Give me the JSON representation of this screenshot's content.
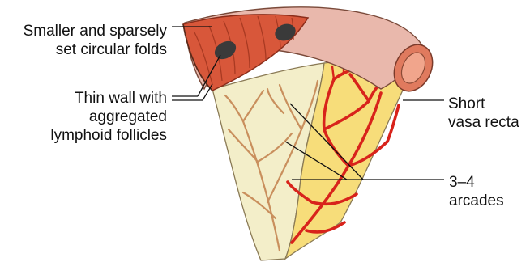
{
  "labels": {
    "folds": {
      "line1": "Smaller and sparsely",
      "line2": "set circular folds"
    },
    "wall": {
      "line1": "Thin wall with",
      "line2": "aggregated",
      "line3": "lymphoid follicles"
    },
    "vasa": {
      "line1": "Short",
      "line2": "vasa recta"
    },
    "arcades": {
      "line1": "3–4",
      "line2": "arcades"
    }
  },
  "colors": {
    "mucosa": "#d8573a",
    "mucosa_dark": "#a93a22",
    "intestine_wall": "#e9b8ac",
    "mesentery": "#f3eec9",
    "fat": "#f7dd7a",
    "artery": "#d8231b",
    "vein_tan": "#c98f5d",
    "follicle": "#3a3a3a",
    "leader": "#111111"
  }
}
